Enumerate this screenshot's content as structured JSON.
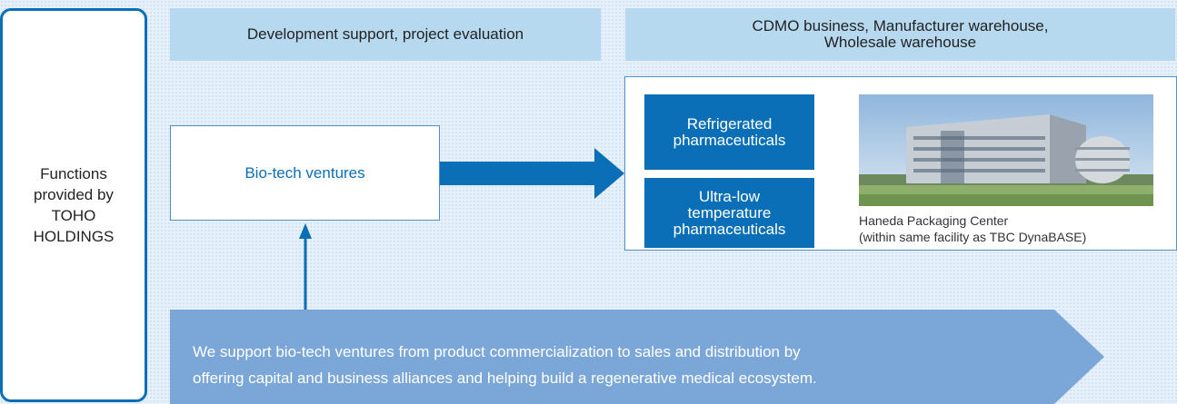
{
  "functions_panel": {
    "label": "Functions provided by TOHO HOLDINGS"
  },
  "bands": {
    "development": "Development support, project evaluation",
    "cdmo_line1": "CDMO business, Manufacturer warehouse,",
    "cdmo_line2": "Wholesale warehouse"
  },
  "biotech": {
    "label": "Bio-tech ventures"
  },
  "facility": {
    "refrigerated_line1": "Refrigerated",
    "refrigerated_line2": "pharmaceuticals",
    "ultralow_line1": "Ultra-low",
    "ultralow_line2": "temperature",
    "ultralow_line3": "pharmaceuticals",
    "caption_line1": "Haneda Packaging Center",
    "caption_line2": "(within same facility as TBC DynaBASE)"
  },
  "support": {
    "line1": "We support bio-tech ventures from product commercialization to sales and distribution by",
    "line2": "offering capital and business alliances and helping build a regenerative medical ecosystem."
  },
  "colors": {
    "accent": "#0a6fb7",
    "band": "#b7d9f0",
    "arrow_light": "#7ba7d8",
    "background": "#e6f0fa"
  }
}
